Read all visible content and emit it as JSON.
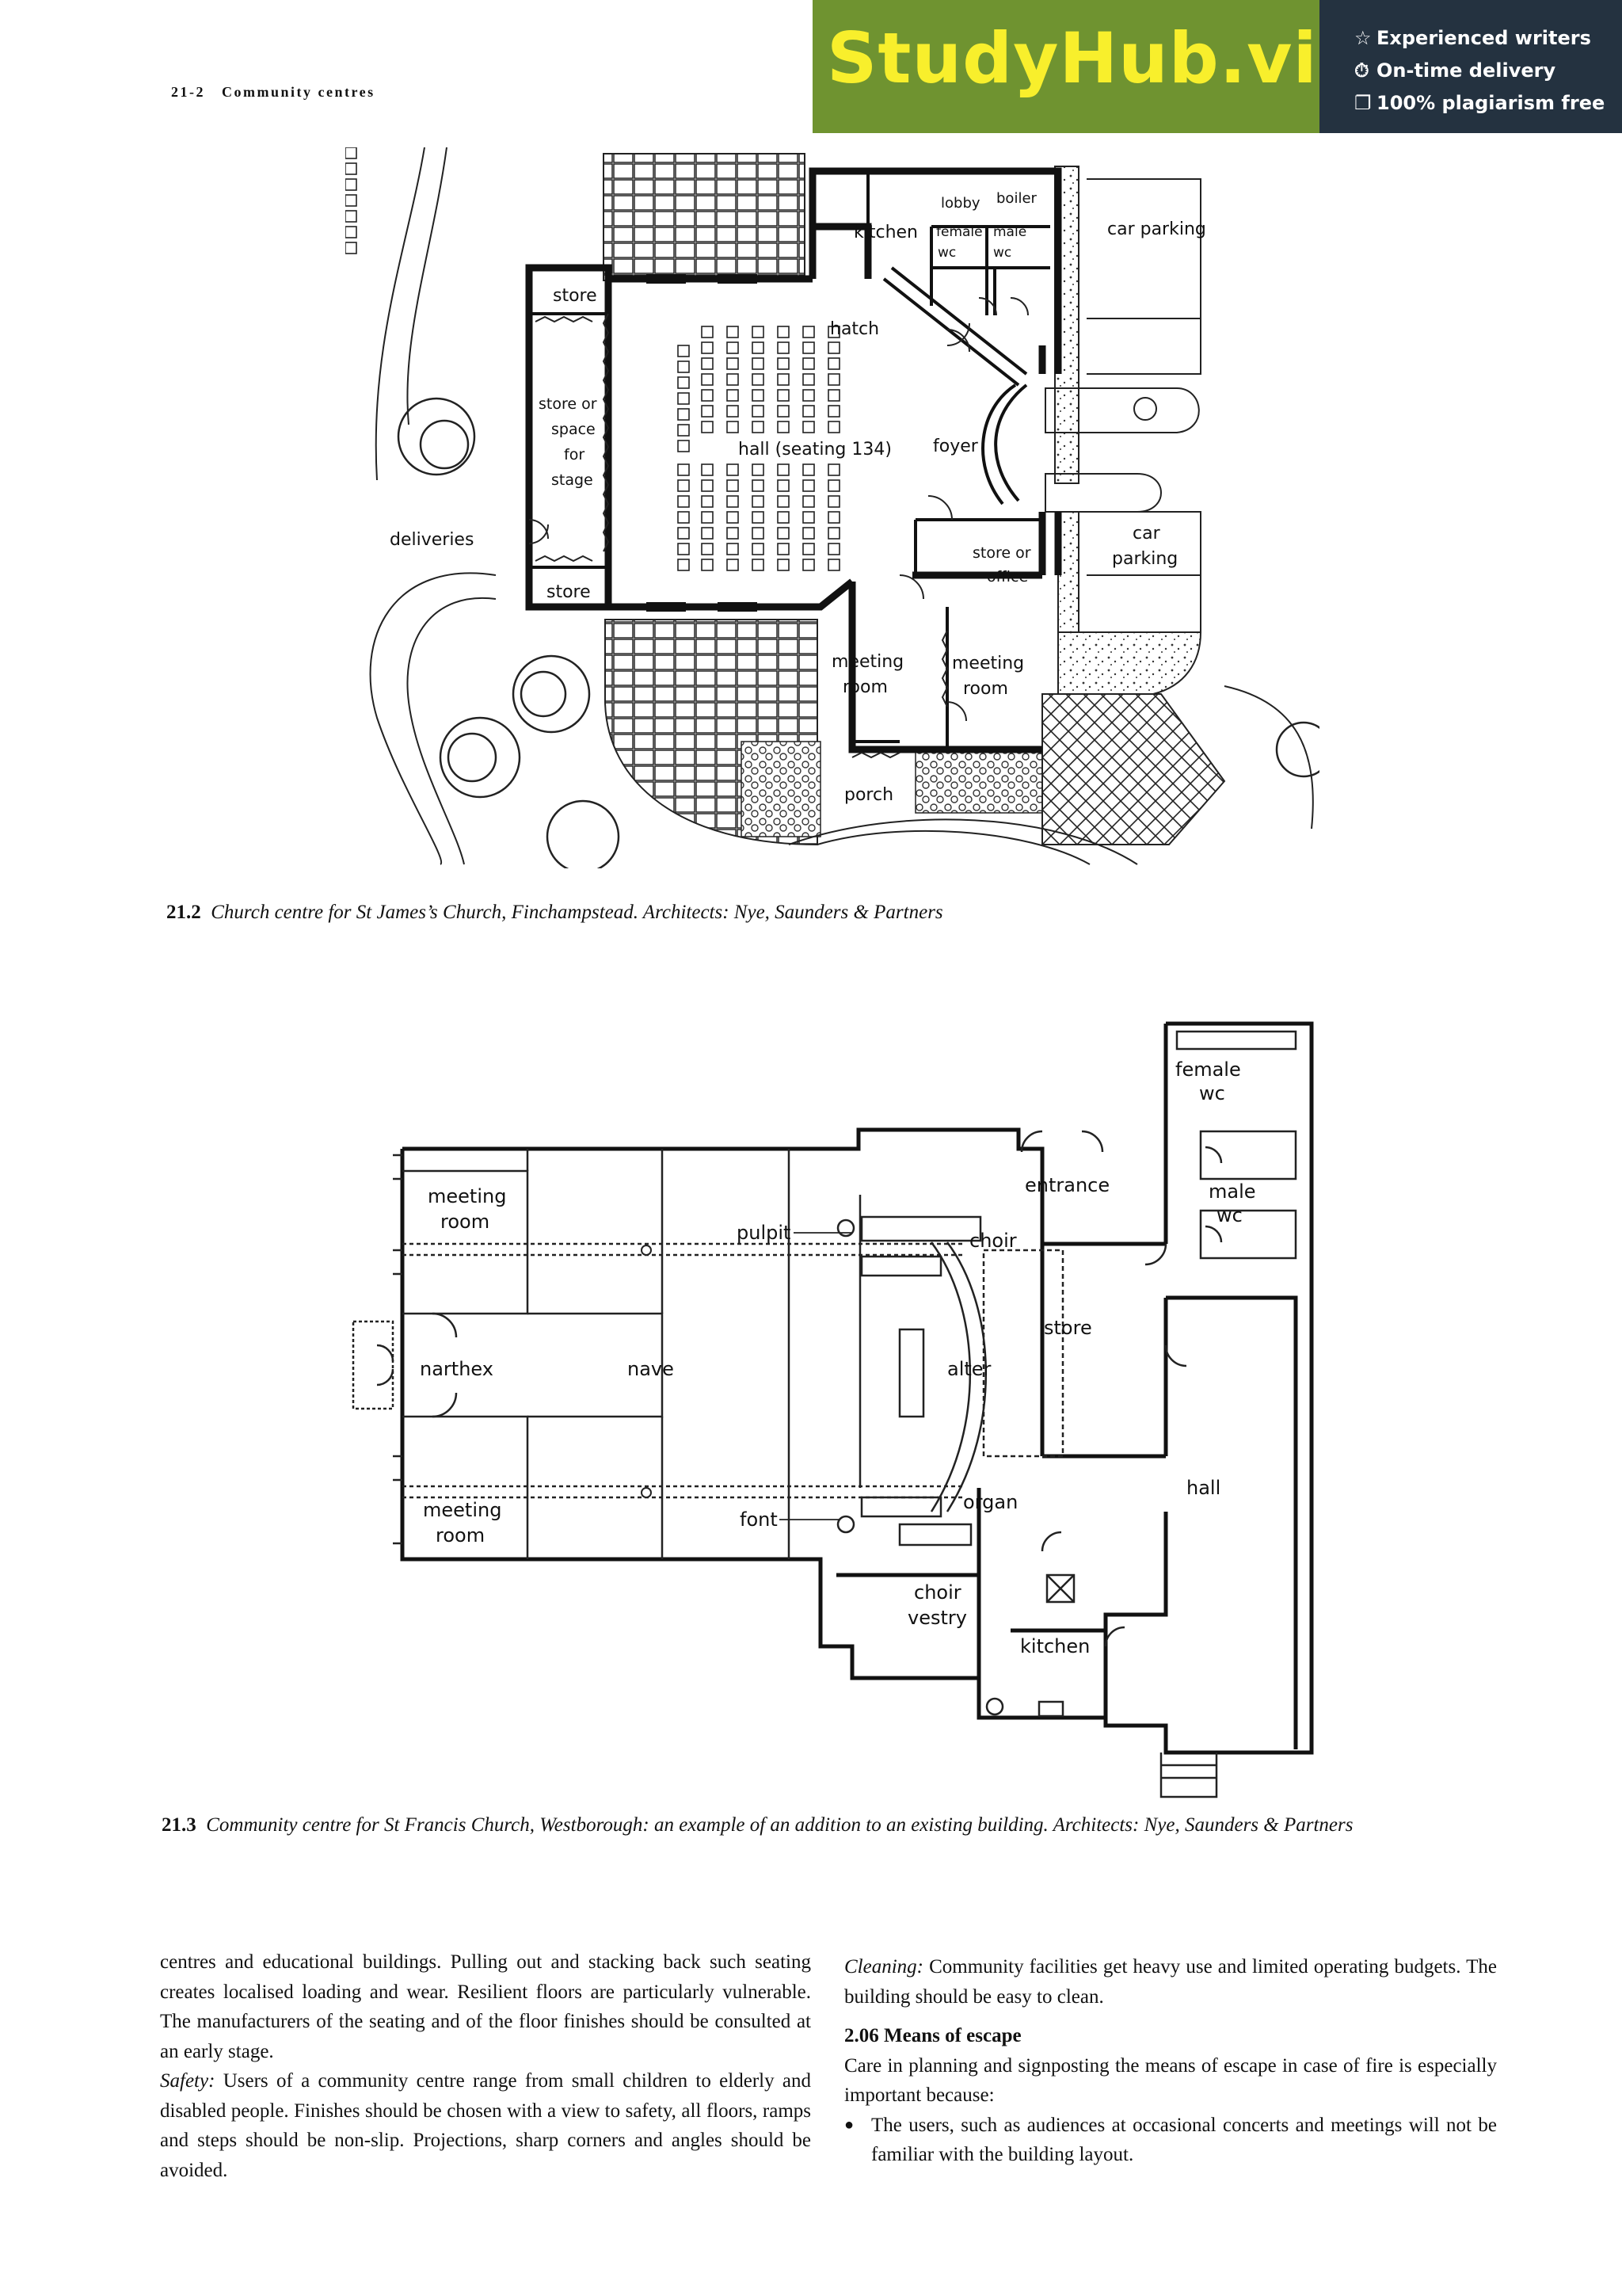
{
  "header": {
    "page_ref": "21-2",
    "section": "Community centres"
  },
  "banner": {
    "brand": "StudyHub.vip",
    "features": [
      {
        "icon": "star-outline-icon",
        "glyph": "☆",
        "text": "Experienced writers"
      },
      {
        "icon": "clock-icon",
        "glyph": "⏱",
        "text": "On-time delivery"
      },
      {
        "icon": "copy-icon",
        "glyph": "❐",
        "text": "100% plagiarism free"
      }
    ]
  },
  "plan1": {
    "labels": {
      "kitchen": "kitchen",
      "lobby": "lobby",
      "boiler": "boiler",
      "female": "female",
      "male": "male",
      "wc1": "wc",
      "wc2": "wc",
      "car_parking_top": "car parking",
      "store_top": "store",
      "hatch": "hatch",
      "store_or": "store or",
      "space": "space",
      "for": "for",
      "stage": "stage",
      "hall": "hall (seating 134)",
      "foyer": "foyer",
      "deliveries": "deliveries",
      "store_bottom": "store",
      "store_or_office_1": "store or",
      "store_or_office_2": "office",
      "car": "car",
      "parking": "parking",
      "meeting1a": "meeting",
      "meeting1b": "room",
      "meeting2a": "meeting",
      "meeting2b": "room",
      "porch": "porch"
    }
  },
  "caption1": {
    "number": "21.2",
    "text": "Church centre for St James’s Church, Finchampstead. Architects: Nye, Saunders & Partners"
  },
  "plan2": {
    "labels": {
      "female": "female",
      "female_wc": "wc",
      "entrance": "entrance",
      "male": "male",
      "male_wc": "wc",
      "meeting_top_a": "meeting",
      "meeting_top_b": "room",
      "pulpit": "pulpit",
      "choir": "choir",
      "store": "store",
      "narthex": "narthex",
      "nave": "nave",
      "alter": "alter",
      "hall": "hall",
      "meeting_bot_a": "meeting",
      "meeting_bot_b": "room",
      "font": "font",
      "organ": "organ",
      "choir_vestry_a": "choir",
      "choir_vestry_b": "vestry",
      "kitchen": "kitchen"
    }
  },
  "caption2": {
    "number": "21.3",
    "text": "Community centre for St Francis Church, Westborough: an example of an addition to an existing building. Architects: Nye, Saunders & Partners"
  },
  "left_column": {
    "p1": "centres and educational buildings. Pulling out and stacking back such seating creates localised loading and wear. Resilient floors are particularly vulnerable. The manufacturers of the seating and of the floor finishes should be consulted at an early stage.",
    "safety_label": "Safety:",
    "safety_text": " Users of a community centre range from small children to elderly and disabled people. Finishes should be chosen with a view to safety, all floors, ramps and steps should be non-slip. Projections, sharp corners and angles should be avoided."
  },
  "right_column": {
    "cleaning_label": "Cleaning:",
    "cleaning_text": " Community facilities get heavy use and limited operating budgets. The building should be easy to clean.",
    "heading": "2.06 Means of escape",
    "intro": "Care in planning and signposting the means of escape in case of fire is especially important because:",
    "bullets": [
      "The users, such as audiences at occasional concerts and meetings will not be familiar with the building layout."
    ]
  }
}
